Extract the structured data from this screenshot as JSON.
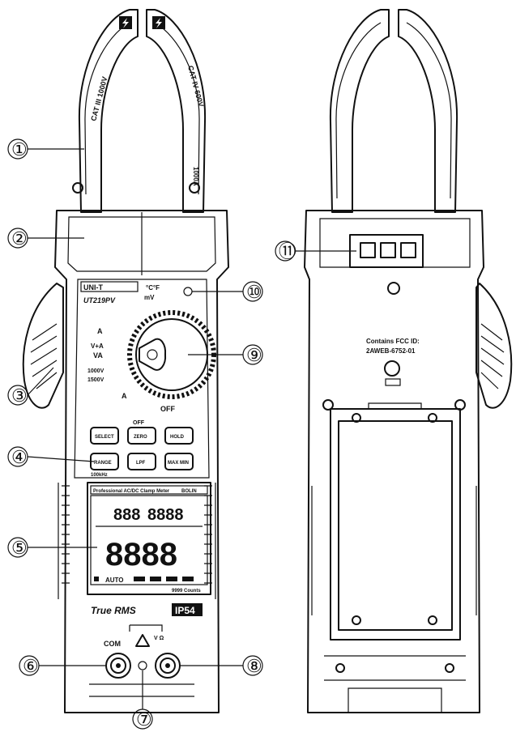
{
  "front": {
    "jaw_left_label": "CAT III 1000V",
    "jaw_right_label": "CAT IV 600V",
    "jaw_side_mark": "1000A",
    "brand": "UNI-T",
    "model": "UT219PV",
    "dial": {
      "temp_label": "°C°F",
      "mv_label": "mV",
      "diode_label": "",
      "hold_a_label": "A",
      "hz_label": "V+A",
      "va_label": "VA",
      "vac_label": "1000V",
      "vdc_label": "1500V",
      "a_label": "A",
      "off_label": "OFF"
    },
    "buttons": {
      "top_mid_label": "OFF",
      "b1": "SELECT",
      "b2": "ZERO",
      "b3": "HOLD",
      "b4": "RANGE",
      "b5": "LPF",
      "b6": "MAX MIN",
      "range_sub": "100kHz"
    },
    "lcd": {
      "header": "Professional AC/DC Clamp Meter",
      "header_right": "BOLIN",
      "digits_small": "888",
      "digits_small2": "8888",
      "digits_big": "8888",
      "auto": "AUTO",
      "counts": "9999 Counts"
    },
    "true_rms": "True RMS",
    "ip_rating": "IP54",
    "com_label": "COM",
    "terminal_text": "V Ω"
  },
  "back": {
    "fcc_line1": "Contains FCC ID:",
    "fcc_line2": "2AWEB-6752-01"
  },
  "callouts": [
    "①",
    "②",
    "③",
    "④",
    "⑤",
    "⑥",
    "⑦",
    "⑧",
    "⑨",
    "⑩",
    "⑪"
  ]
}
